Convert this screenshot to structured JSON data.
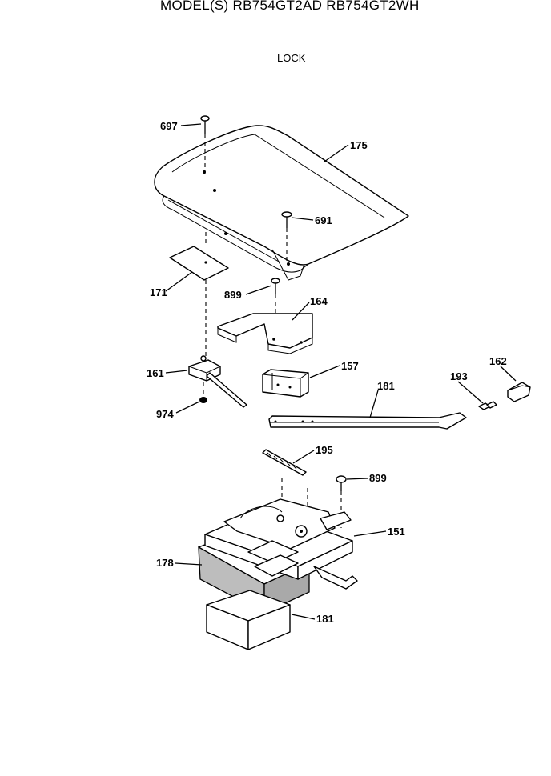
{
  "header": {
    "model_title": "MODEL(S) RB754GT2AD  RB754GT2WH",
    "page_title": "LOCK"
  },
  "callouts": {
    "c697": "697",
    "c175": "175",
    "c691": "691",
    "c171": "171",
    "c899a": "899",
    "c164": "164",
    "c161": "161",
    "c157": "157",
    "c162": "162",
    "c193": "193",
    "c181a": "181",
    "c974": "974",
    "c195": "195",
    "c899b": "899",
    "c151": "151",
    "c178": "178",
    "c181b": "181"
  }
}
